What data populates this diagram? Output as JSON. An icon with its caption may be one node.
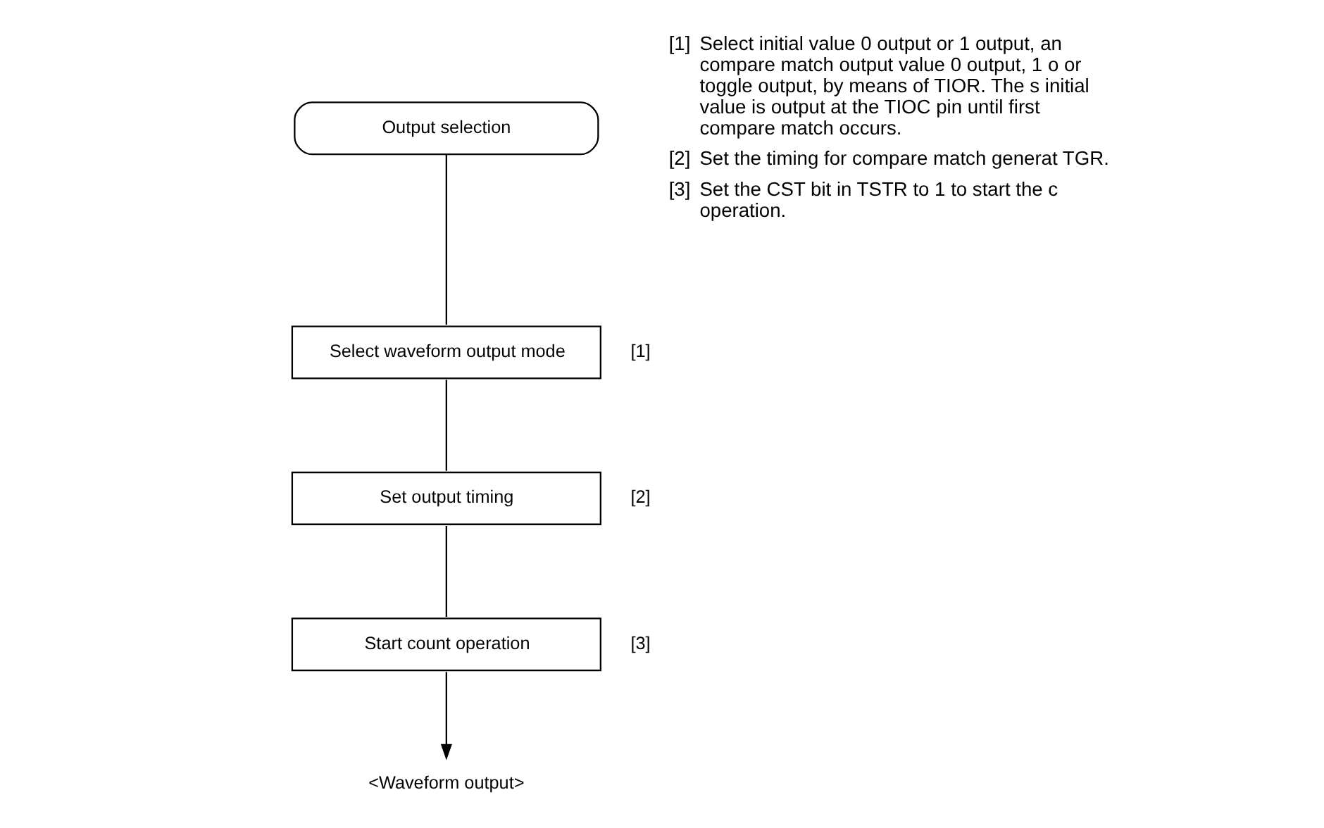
{
  "diagram": {
    "nodes": [
      {
        "text": [
          "Output selection"
        ]
      },
      {
        "text": [
          "Select waveform output mode"
        ],
        "beside": [
          "[1]"
        ]
      },
      {
        "text": [
          "Set output timing"
        ],
        "beside": [
          "[2]"
        ]
      },
      {
        "text": [
          "Start count operation"
        ],
        "beside": [
          "[3]"
        ]
      },
      {
        "text": [
          "<Waveform output>"
        ]
      }
    ],
    "edges": [
      {
        "from": 0,
        "to": 1,
        "arrow": "none"
      },
      {
        "from": 1,
        "to": 2,
        "arrow": "none"
      },
      {
        "from": 2,
        "to": 3,
        "arrow": "none"
      },
      {
        "from": 3,
        "to": 4,
        "arrow": "to"
      }
    ],
    "labels": [
      "[1]",
      "Select initial value 0 output or 1 output, an compare match output value 0 output, 1 o or toggle output, by means of TIOR. The s initial value is output at the TIOC pin until first compare match occurs.",
      "[2]",
      "Set the timing for compare match generat TGR.",
      "[3]",
      "Set the CST bit in TSTR to 1 to start the c operation."
    ]
  }
}
